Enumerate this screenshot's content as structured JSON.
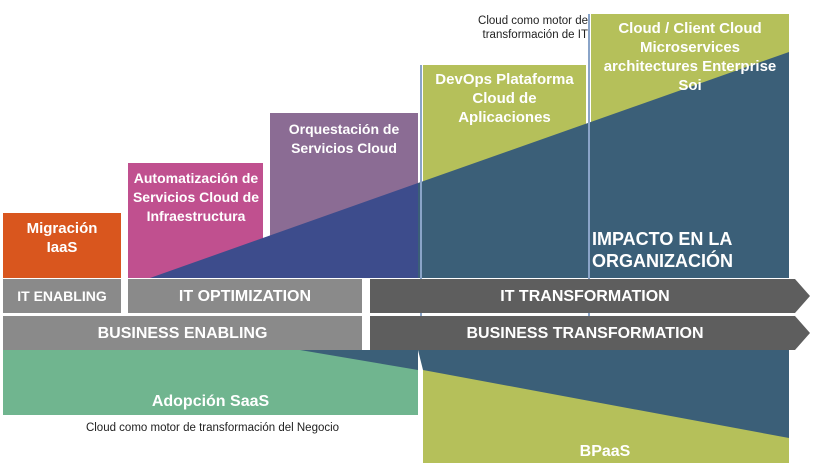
{
  "boxes": {
    "migracion": "Migración IaaS",
    "automatizacion": "Automatización de Servicios Cloud de Infraestructura",
    "orquestacion": "Orquestación de Servicios Cloud",
    "devops": "DevOps Plataforma Cloud de Aplicaciones",
    "cloud_client": "Cloud / Client Cloud Microservices architectures Enterprise Soi"
  },
  "impact": "IMPACTO EN LA ORGANIZACIÓN",
  "it_row": {
    "enabling": "IT ENABLING",
    "optimization": "IT OPTIMIZATION",
    "transformation": "IT TRANSFORMATION"
  },
  "business_row": {
    "enabling": "BUSINESS ENABLING",
    "transformation": "BUSINESS TRANSFORMATION"
  },
  "saas": "Adopción SaaS",
  "bpaas": "BPaaS",
  "caption_it": "Cloud como motor de transformación de IT",
  "caption_business": "Cloud como motor de transformación del Negocio",
  "colors": {
    "orange": "#d9561e",
    "pink": "#c0508f",
    "purple": "#8b6c94",
    "lime": "#b5c05a",
    "teal": "#3b5f78",
    "indigo": "#3d4c8c",
    "mint": "#70b58f",
    "gray": "#8a8a8a",
    "darkgray": "#5e5e5e"
  }
}
